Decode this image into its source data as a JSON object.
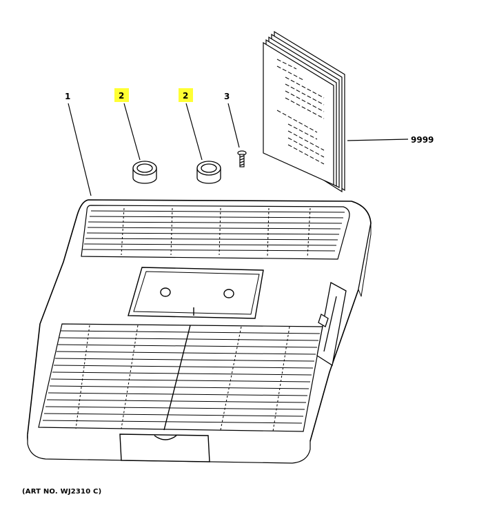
{
  "callouts": {
    "part_1": "1",
    "part_2a": "2",
    "part_2b": "2",
    "part_3": "3",
    "part_9999": "9999"
  },
  "colors": {
    "highlight": "#ffff33",
    "line": "#000000"
  },
  "caption": "(ART NO. WJ2310 C)"
}
